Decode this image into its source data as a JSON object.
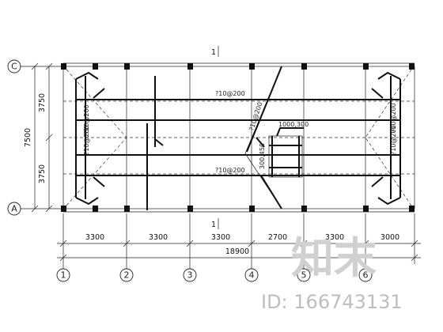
{
  "section_marks": {
    "top": "1",
    "bottom": "1"
  },
  "row_axes": [
    "C",
    "A"
  ],
  "col_axes": [
    "1",
    "2",
    "3",
    "4",
    "5",
    "6"
  ],
  "vertical_dims": {
    "total": "7500",
    "upper": "3750",
    "lower": "3750"
  },
  "horizontal_dims": {
    "spans": [
      "3300",
      "3300",
      "3300",
      "2700",
      "3300",
      "3000"
    ],
    "total": "18900"
  },
  "annotations": {
    "top_rebar": "?10@200",
    "bottom_rebar": "?10@200",
    "left_upper": "?10@200",
    "left_lower": "?10@200",
    "right_upper": "?10@200",
    "right_lower": "?10@200",
    "center_diag": "?10@200",
    "opening_w": "1000,300",
    "opening_h": "300,450"
  },
  "watermark": {
    "logo": "知末",
    "id": "ID: 166743131"
  }
}
